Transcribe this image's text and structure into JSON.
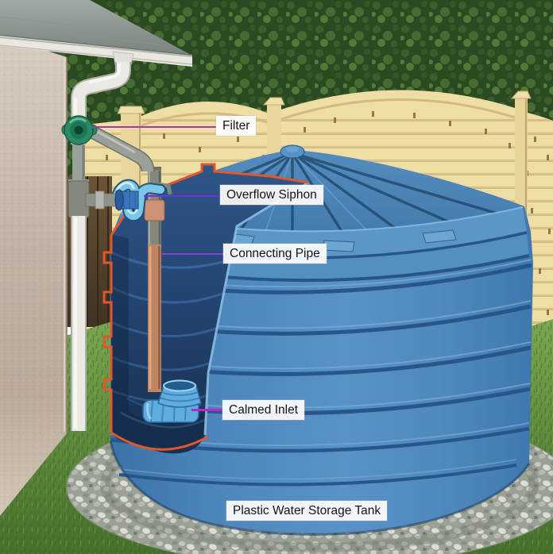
{
  "annotations": {
    "filter": {
      "label": "Filter",
      "leader_color": "#a23aa8"
    },
    "overflow_siphon": {
      "label": "Overflow Siphon",
      "leader_color": "#6b36d6"
    },
    "connecting_pipe": {
      "label": "Connecting Pipe",
      "leader_color": "#8a40e0"
    },
    "calmed_inlet": {
      "label": "Calmed Inlet",
      "leader_color": "#b42cc8"
    },
    "caption": {
      "label": "Plastic Water Storage Tank"
    }
  },
  "colors": {
    "tank_blue": "#4f88bd",
    "tank_groove_blue": "#28568a",
    "tank_interior_blue": "#23436e",
    "cutaway_outline_orange": "#e2582c",
    "siphon_light_blue": "#7cc6e8",
    "connecting_pipe_copper": "#bf8562",
    "calmed_inlet_blue": "#5fade0",
    "filter_green": "#2a8a64",
    "fence_cream": "#eedda4",
    "trees_green": "#2c4a21",
    "grass_green": "#5d8a3c",
    "gravel_gray": "#a4aaa0",
    "wall_beige": "#c1b1a5",
    "downpipe_white": "#ebe9e3",
    "label_background": "#fdfdfd",
    "label_text": "#141414"
  }
}
